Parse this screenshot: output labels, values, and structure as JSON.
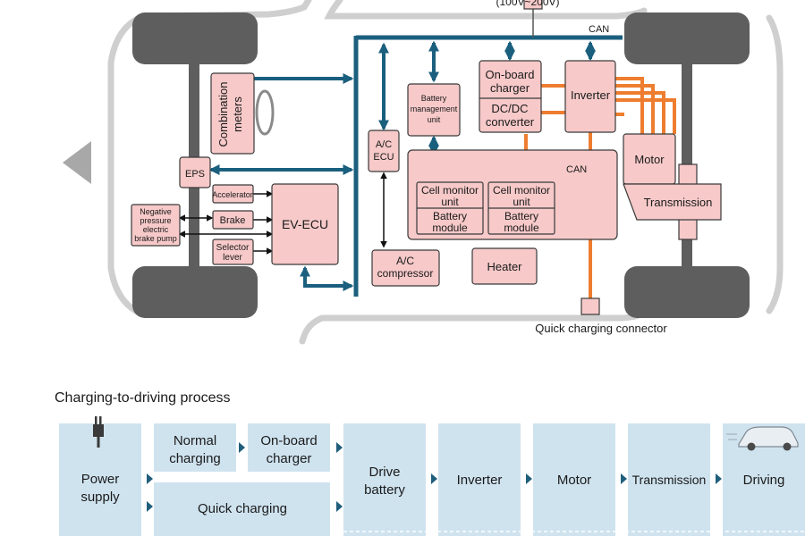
{
  "voltage_label": "(100V~200V)",
  "can_label_top": "CAN",
  "can_label_inner": "CAN",
  "quick_charging_connector_label": "Quick charging connector",
  "components": {
    "combination_meters": [
      "Combination",
      "meters"
    ],
    "eps": "EPS",
    "accelerator": "Accelerator",
    "brake": "Brake",
    "negative_pressure_pump": [
      "Negative",
      "pressure",
      "electric",
      "brake pump"
    ],
    "selector_lever": [
      "Selector",
      "lever"
    ],
    "ev_ecu": "EV-ECU",
    "ac_ecu": [
      "A/C",
      "ECU"
    ],
    "battery_management_unit": [
      "Battery",
      "management",
      "unit"
    ],
    "on_board_charger": [
      "On-board",
      "charger"
    ],
    "dc_dc_converter": [
      "DC/DC",
      "converter"
    ],
    "inverter": "Inverter",
    "motor": "Motor",
    "transmission": "Transmission",
    "cell_monitor_unit_1": [
      "Cell monitor",
      "unit"
    ],
    "battery_module_1": [
      "Battery",
      "module"
    ],
    "cell_monitor_unit_2": [
      "Cell monitor",
      "unit"
    ],
    "battery_module_2": [
      "Battery",
      "module"
    ],
    "ac_compressor": [
      "A/C",
      "compressor"
    ],
    "heater": "Heater"
  },
  "process": {
    "title": "Charging-to-driving process",
    "steps": {
      "power_supply": [
        "Power",
        "supply"
      ],
      "normal_charging": [
        "Normal",
        "charging"
      ],
      "on_board_charger": [
        "On-board",
        "charger"
      ],
      "quick_charging": "Quick charging",
      "drive_battery": [
        "Drive",
        "battery"
      ],
      "inverter": "Inverter",
      "motor": "Motor",
      "transmission": "Transmission",
      "driving": "Driving"
    }
  },
  "colors": {
    "can_line": "#1b5f7e",
    "power_line": "#ee7d2f",
    "component_fill": "#f7c9c9",
    "flow_box": "#cfe3ef",
    "flow_arrow": "#1f5e7b"
  }
}
